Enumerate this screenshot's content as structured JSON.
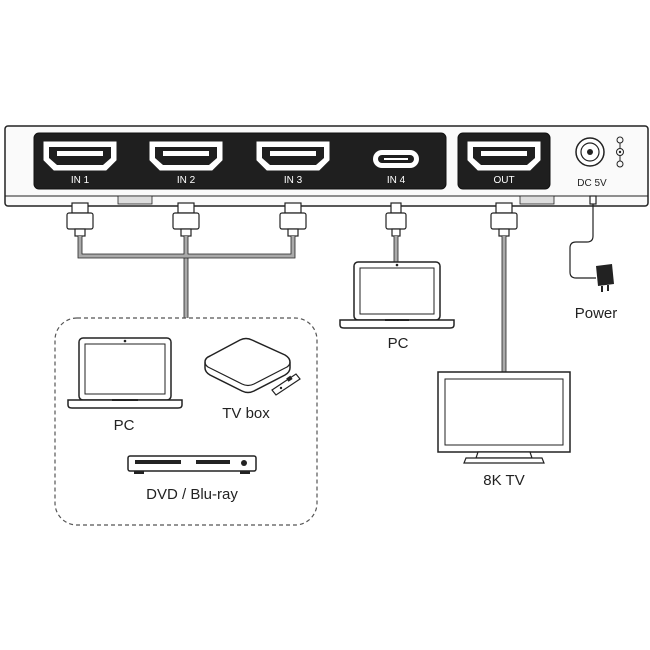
{
  "ports": {
    "in1": "IN 1",
    "in2": "IN 2",
    "in3": "IN 3",
    "in4": "IN 4",
    "out": "OUT",
    "dc": "DC 5V"
  },
  "devices": {
    "pc_group": "PC",
    "tvbox": "TV box",
    "dvd": "DVD / Blu-ray",
    "pc_usbc": "PC",
    "tv": "8K TV",
    "power": "Power"
  },
  "colors": {
    "outline": "#222222",
    "cable": "#aaaaaa",
    "panel_dark": "#1f1f1f",
    "dashed_box": "#555555"
  }
}
